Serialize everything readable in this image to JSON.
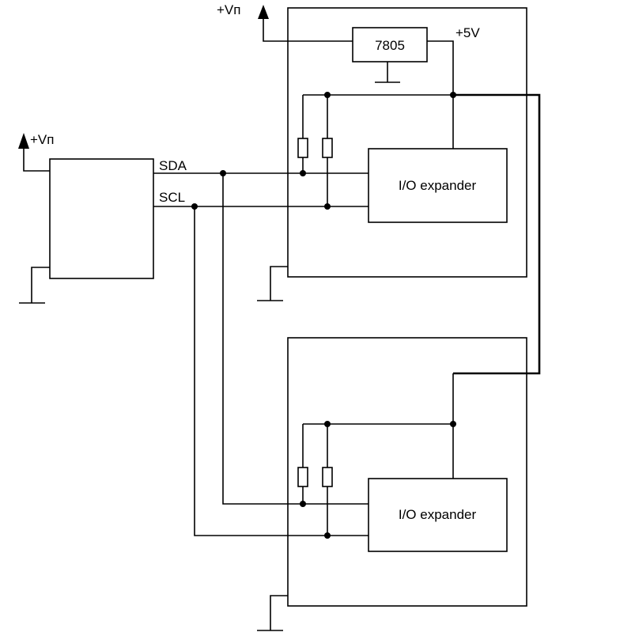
{
  "labels": {
    "vcc_regulator": "+Vп",
    "vcc_master": "+Vп",
    "regulator": "7805",
    "five_volt": "+5V",
    "sda": "SDA",
    "scl": "SCL",
    "expander_top": "I/O expander",
    "expander_bottom": "I/O expander"
  }
}
